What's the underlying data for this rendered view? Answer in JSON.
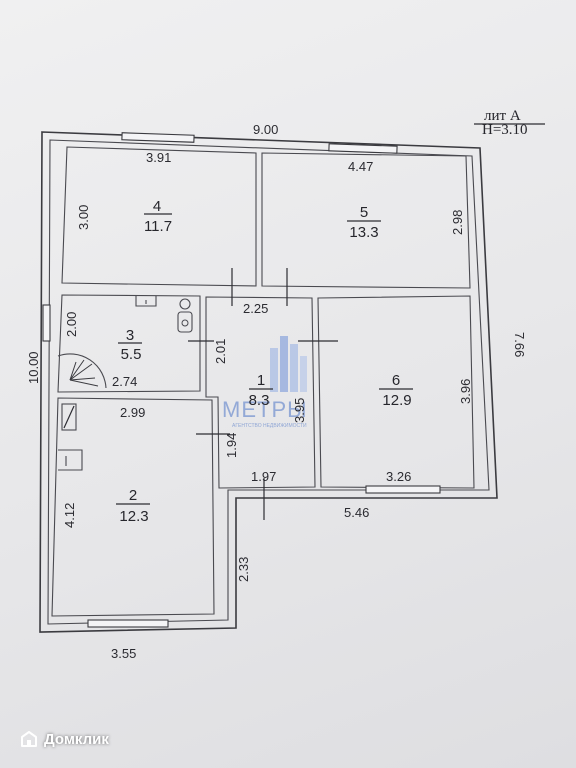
{
  "header": {
    "lit_label": "лит  А",
    "height_label": "H=3.10"
  },
  "rooms": [
    {
      "number": "1",
      "area": "8.3"
    },
    {
      "number": "2",
      "area": "12.3"
    },
    {
      "number": "3",
      "area": "5.5"
    },
    {
      "number": "4",
      "area": "11.7"
    },
    {
      "number": "5",
      "area": "13.3"
    },
    {
      "number": "6",
      "area": "12.9"
    }
  ],
  "dimensions": {
    "top_total": "9.00",
    "room4_width": "3.91",
    "room4_height": "3.00",
    "room5_width": "4.47",
    "room5_height": "2.98",
    "room3_height": "2.00",
    "room3_width": "2.74",
    "room1_width_top": "2.25",
    "room1_height": "2.01",
    "room1_inner": "3.95",
    "room1_lower": "1.94",
    "room1_bottom": "1.97",
    "room2_width": "2.99",
    "room2_height": "4.12",
    "room2_right": "2.33",
    "room6_height": "3.96",
    "room6_width": "3.26",
    "right_total": "7.66",
    "left_total": "10.00",
    "bottom_right": "5.46",
    "bottom_left": "3.55"
  },
  "watermark": {
    "brand": "МЕТРЫ",
    "tagline": "АГЕНТСТВО НЕДВИЖИМОСТИ"
  },
  "footer": {
    "label": "Домклик",
    "icon": "house-icon"
  }
}
